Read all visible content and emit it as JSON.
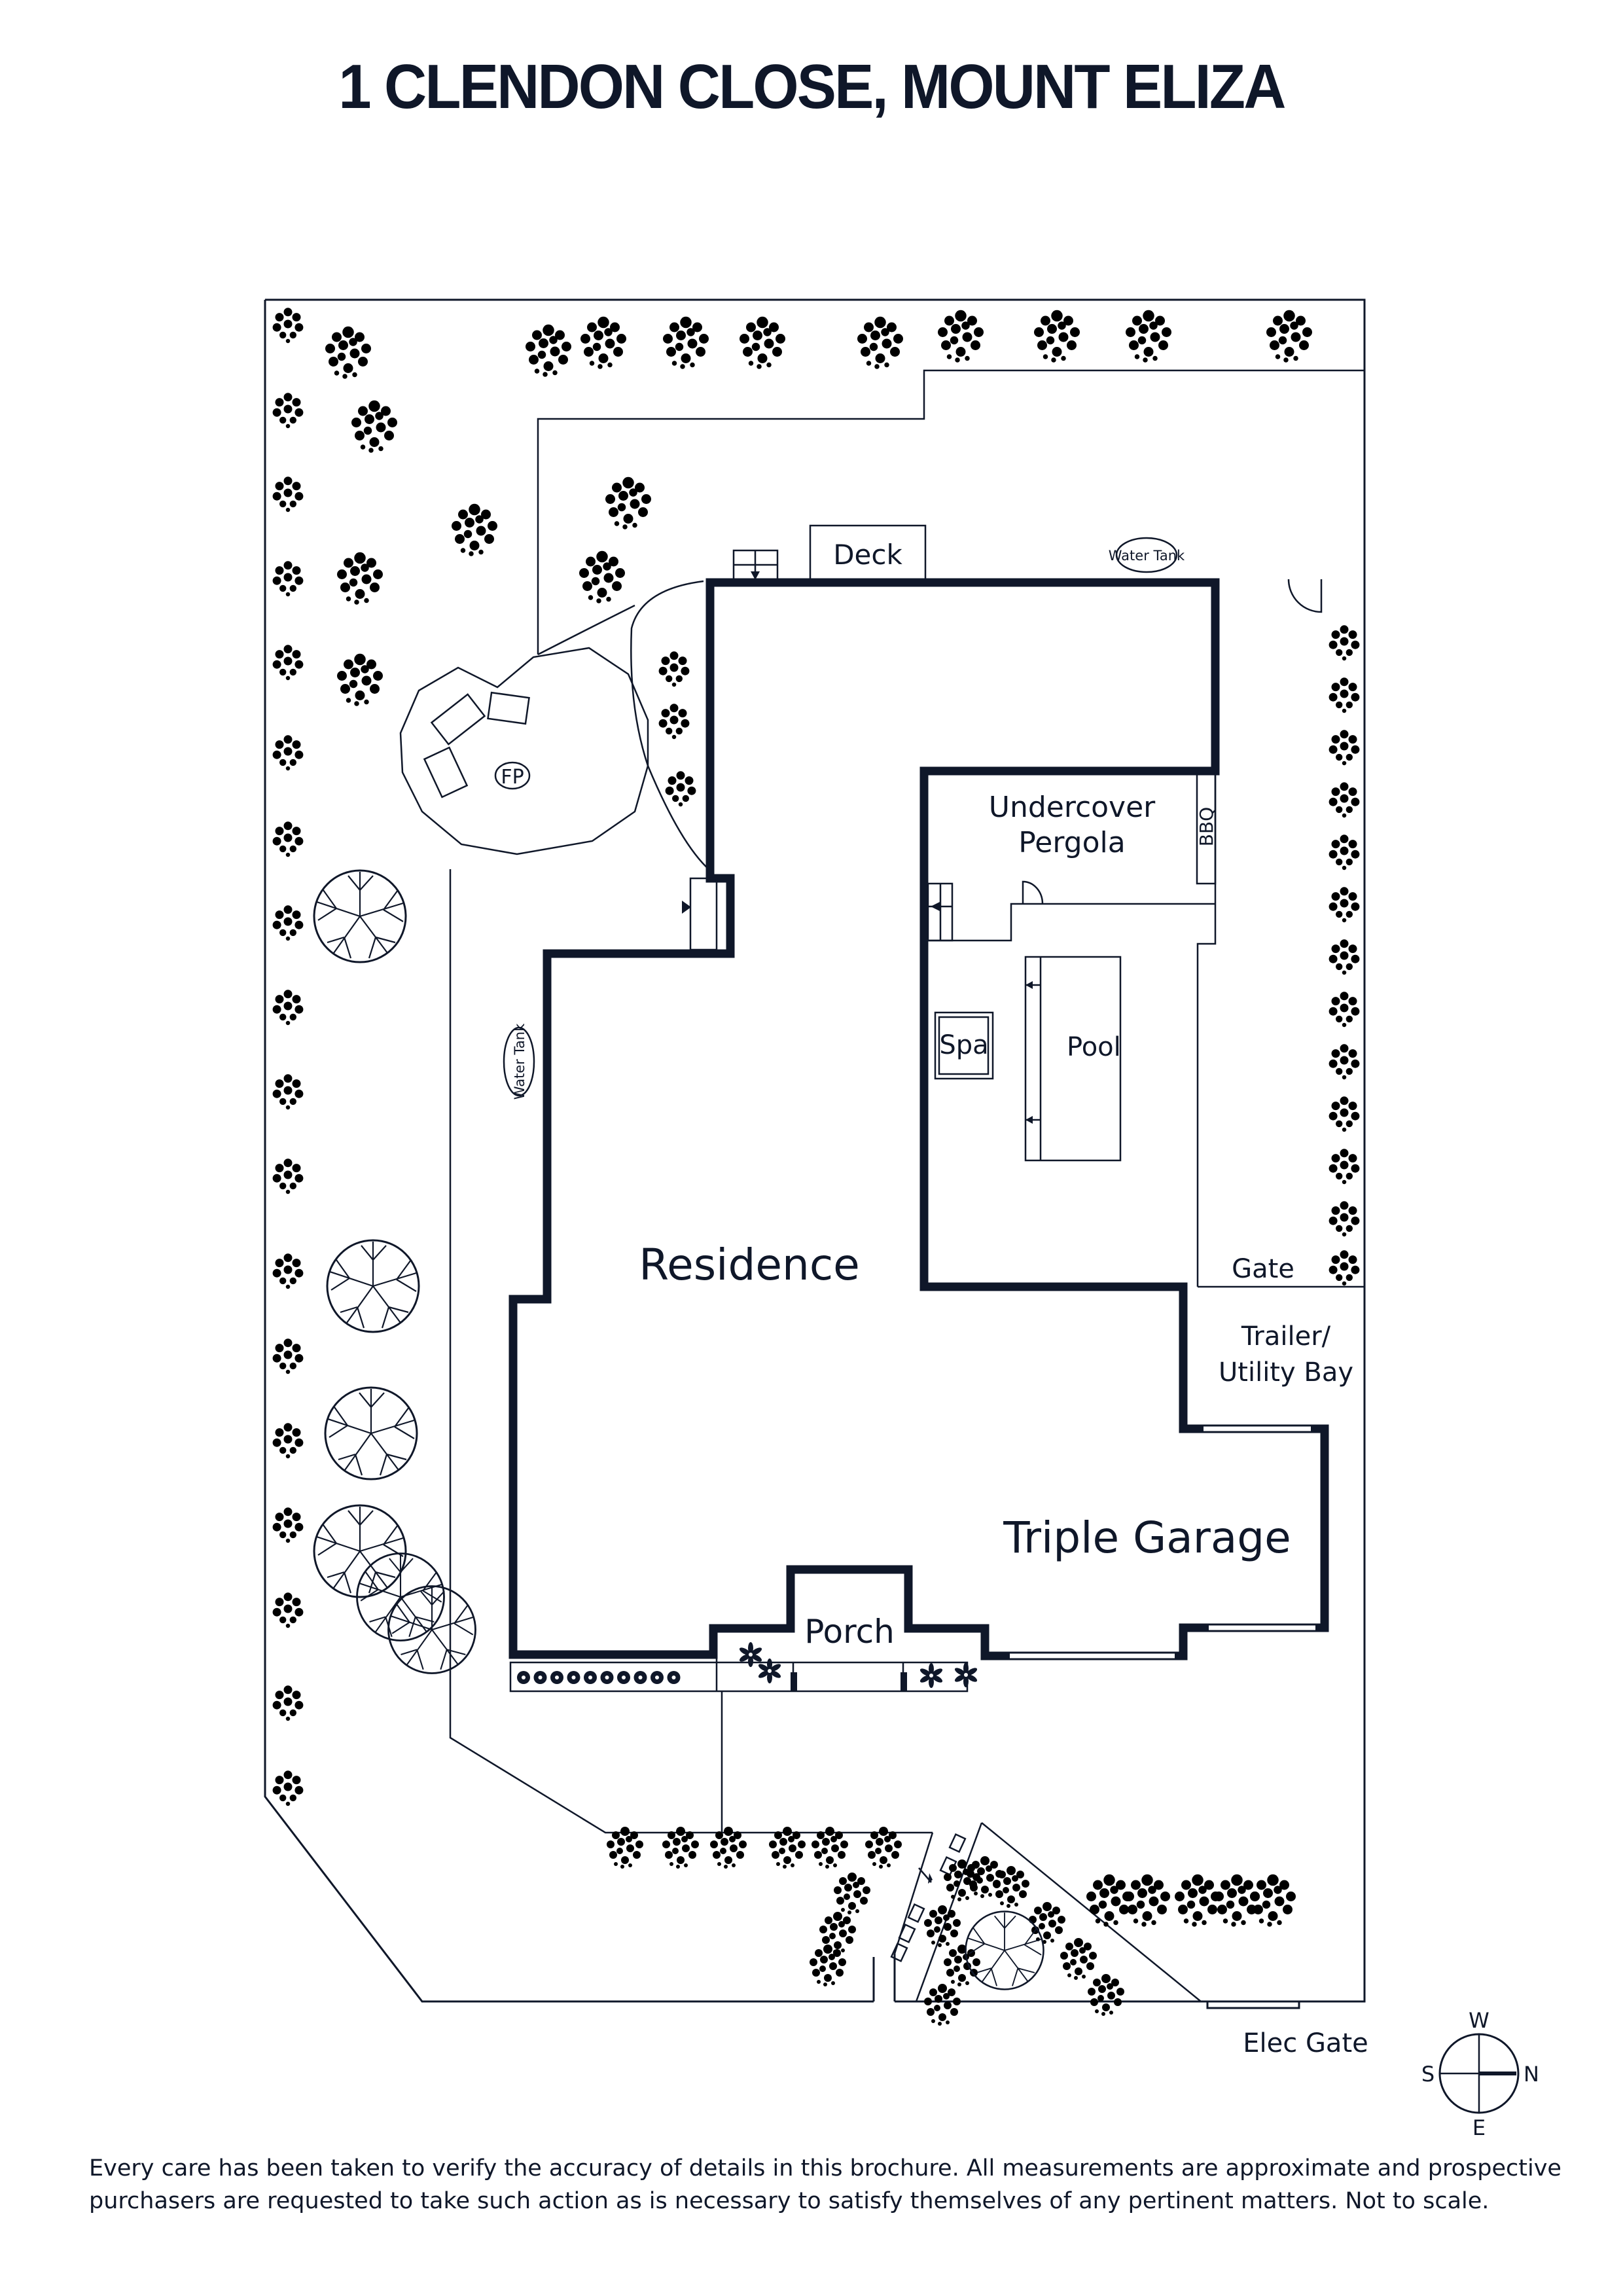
{
  "title": "1 CLENDON CLOSE, MOUNT ELIZA",
  "labels": {
    "deck": "Deck",
    "water_tank_north": "Water Tank",
    "water_tank_west": "Water Tank",
    "fire_pit": "FP",
    "undercover_pergola_line1": "Undercover",
    "undercover_pergola_line2": "Pergola",
    "bbq": "BBQ",
    "spa": "Spa",
    "pool": "Pool",
    "residence": "Residence",
    "gate": "Gate",
    "trailer_bay_line1": "Trailer/",
    "trailer_bay_line2": "Utility Bay",
    "triple_garage": "Triple Garage",
    "porch": "Porch",
    "elec_gate": "Elec Gate"
  },
  "compass": {
    "top": "W",
    "bottom": "E",
    "left": "S",
    "right": "N",
    "icon": "compass-icon"
  },
  "legend_icons": {
    "shrub": "shrub-icon",
    "tree": "tree-icon",
    "flower": "flower-icon",
    "stairs": "stairs-icon",
    "door": "door-swing-icon"
  },
  "colors": {
    "ink": "#0f1729",
    "background": "#ffffff"
  },
  "disclaimer": "Every care has been taken to verify the accuracy of details in this brochure. All measurements are approximate and prospective purchasers are requested to take such action as is necessary to satisfy themselves of any pertinent matters. Not to scale."
}
